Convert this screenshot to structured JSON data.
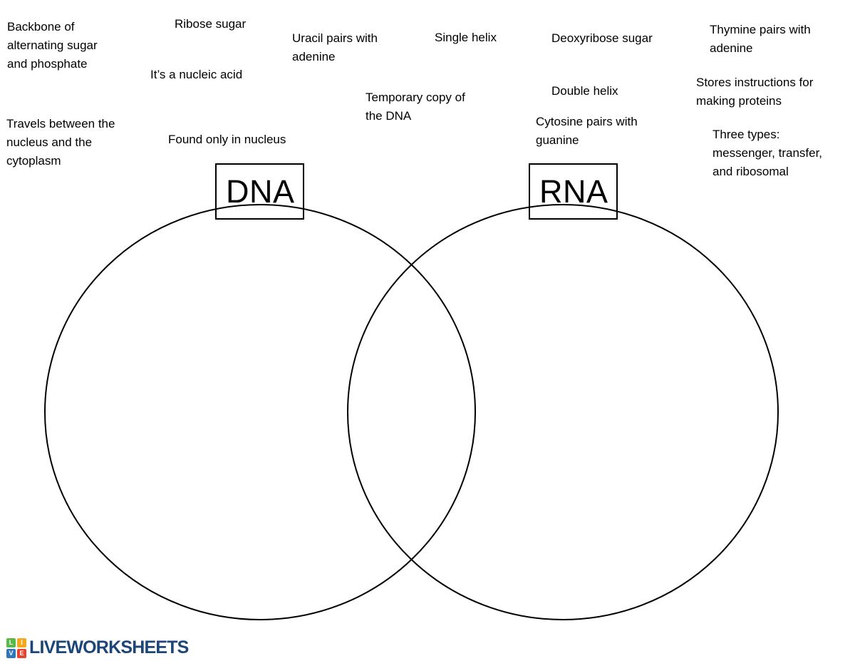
{
  "page": {
    "background_color": "#ffffff",
    "ink_color": "#000000"
  },
  "word_bank": [
    {
      "id": "backbone",
      "text": "Backbone of\nalternating sugar\nand phosphate"
    },
    {
      "id": "ribose-sugar",
      "text": "Ribose sugar"
    },
    {
      "id": "nucleic-acid",
      "text": "It’s a nucleic acid"
    },
    {
      "id": "uracil-adenine",
      "text": "Uracil pairs with\nadenine"
    },
    {
      "id": "single-helix",
      "text": "Single helix"
    },
    {
      "id": "deoxyribose-sugar",
      "text": "Deoxyribose sugar"
    },
    {
      "id": "thymine-adenine",
      "text": "Thymine pairs with\nadenine"
    },
    {
      "id": "temporary-copy",
      "text": "Temporary copy of\nthe DNA"
    },
    {
      "id": "double-helix",
      "text": "Double helix"
    },
    {
      "id": "stores-instructions",
      "text": "Stores instructions for\nmaking proteins"
    },
    {
      "id": "travels-nucleus",
      "text": "Travels between the\nnucleus and the\ncytoplasm"
    },
    {
      "id": "found-in-nucleus",
      "text": "Found only in nucleus"
    },
    {
      "id": "cytosine-guanine",
      "text": "Cytosine pairs with\nguanine"
    },
    {
      "id": "three-types",
      "text": "Three types:\nmessenger, transfer,\nand ribosomal"
    }
  ],
  "venn": {
    "left_label": "DNA",
    "right_label": "RNA"
  },
  "footer": {
    "brand": "LIVEWORKSHEETS",
    "brand_color": "#1c4677",
    "logo_letters": [
      "L",
      "I",
      "V",
      "E"
    ],
    "logo_square_colors": [
      "#58b947",
      "#f6a81c",
      "#2e76bc",
      "#e8412c"
    ]
  }
}
